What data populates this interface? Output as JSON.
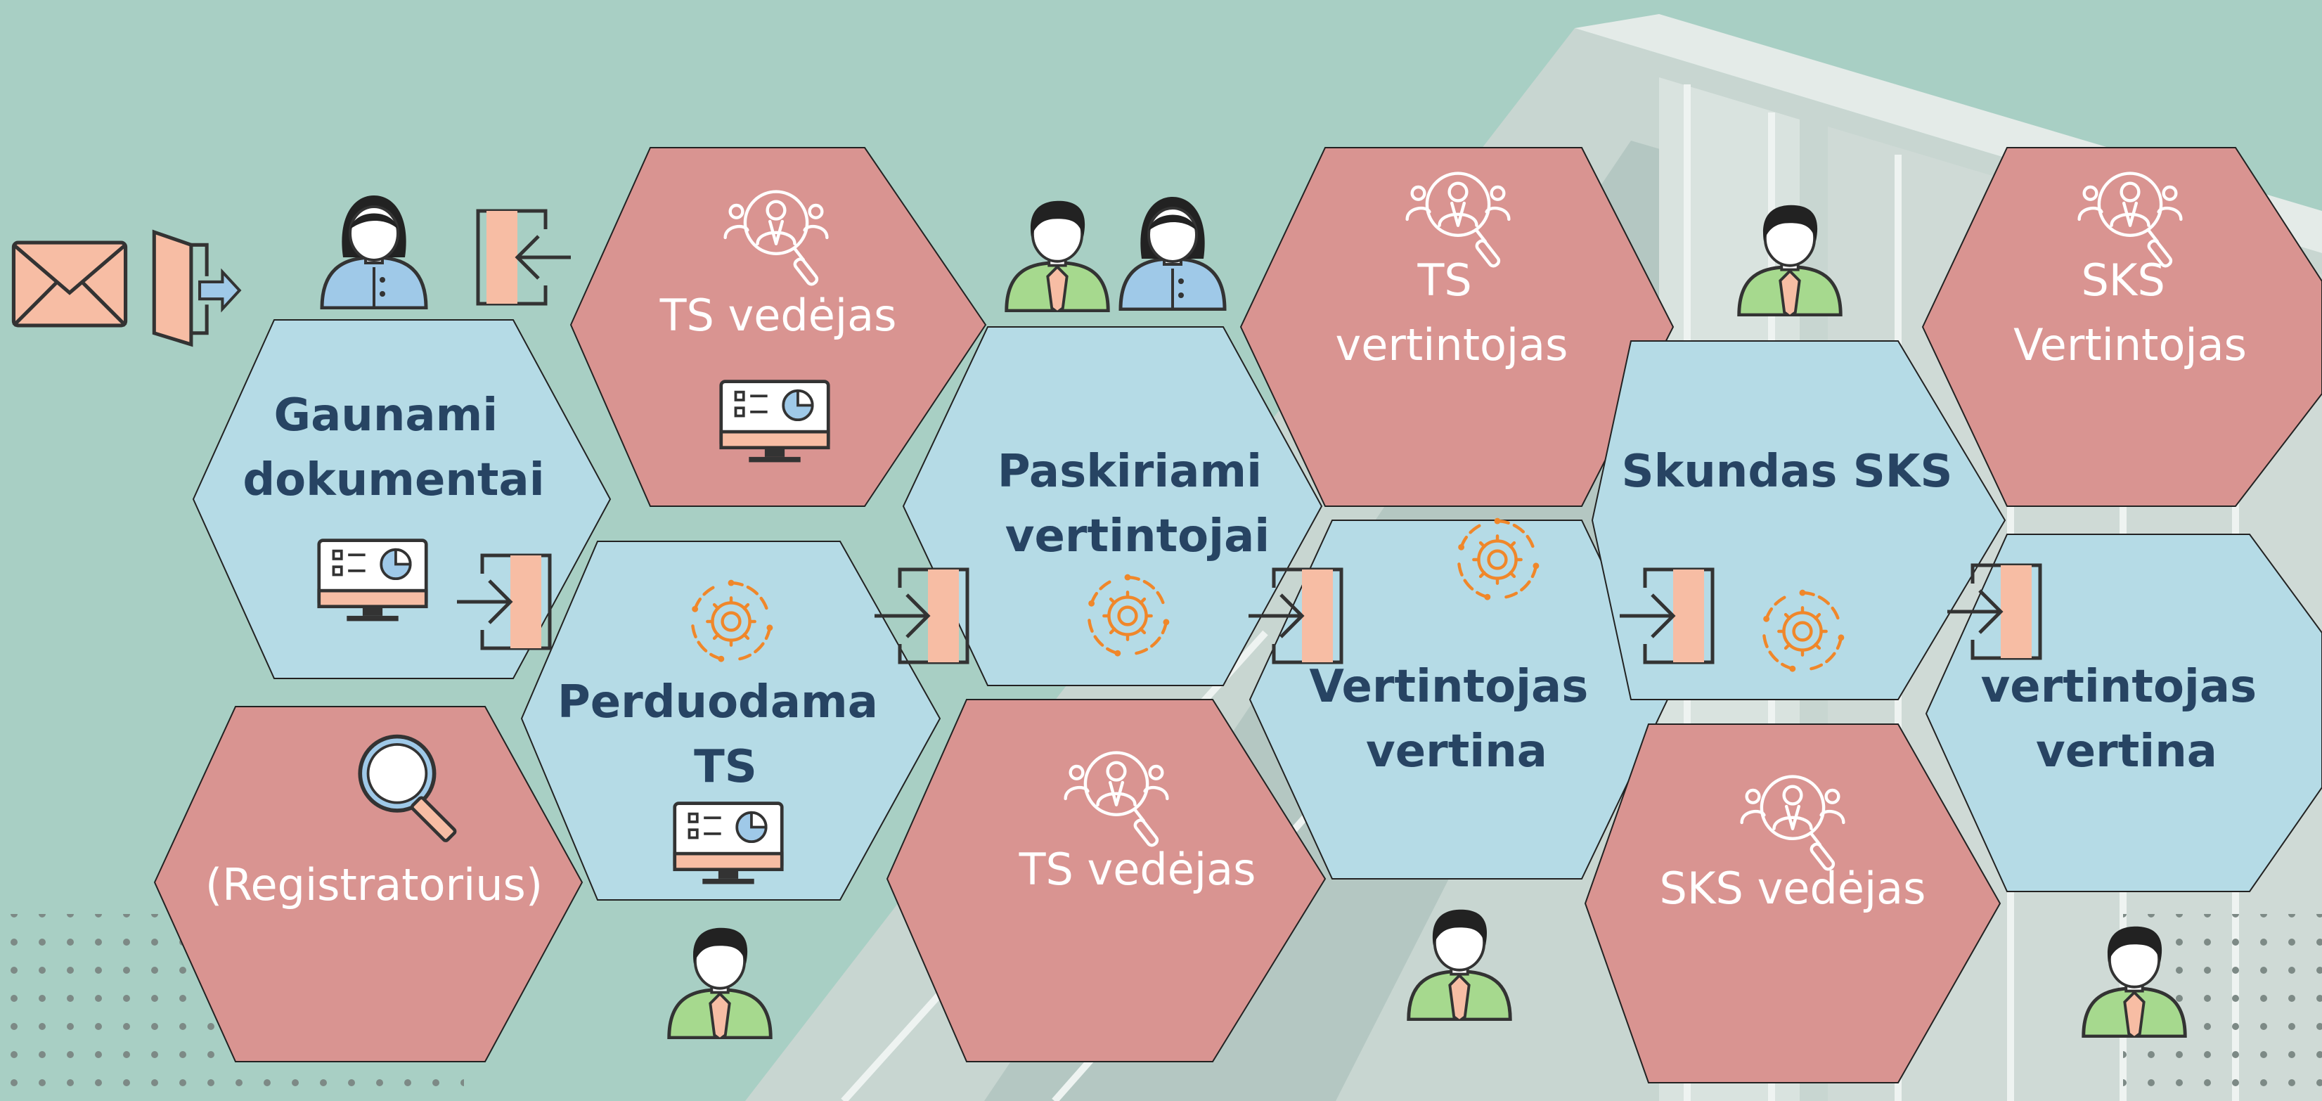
{
  "colors": {
    "background": "#a8cfc4",
    "hex_red": "#d99491",
    "hex_blue": "#b5dbe6",
    "text_dark": "#274463",
    "accent_orange": "#f0872a",
    "peach": "#f7bda4",
    "shirt_blue": "#9fc9e8",
    "shirt_green": "#a6d98e"
  },
  "nodes": {
    "ts_vedejas_top": [
      "TS vedėjas"
    ],
    "gaunami": [
      "Gaunami",
      "dokumentai"
    ],
    "registratorius": [
      "(Registratorius)"
    ],
    "perduodama": [
      "Perduodama",
      "TS"
    ],
    "paskiriami": [
      "Paskiriami",
      "vertintojai"
    ],
    "ts_vedejas_bottom": [
      "TS vedėjas"
    ],
    "ts_vertintojas": [
      "TS",
      "vertintojas"
    ],
    "vertintojas_vertina_1": [
      "Vertintojas",
      "vertina"
    ],
    "skundas": [
      "Skundas SKS"
    ],
    "sks_vedejas": [
      "SKS vedėjas"
    ],
    "sks_vertintojas": [
      "SKS",
      "Vertintojas"
    ],
    "vertintojas_vertina_2": [
      "vertintojas",
      "vertina"
    ]
  },
  "icons": {
    "envelope": "envelope-icon",
    "door": "door-exit-icon",
    "enter": "enter-arrow-icon",
    "person_female": "woman-avatar-icon",
    "person_male": "man-avatar-icon",
    "search_user": "search-user-icon",
    "monitor_chart": "monitor-chart-icon",
    "magnifier": "magnifier-icon",
    "gear_cycle": "gear-cycle-icon"
  }
}
